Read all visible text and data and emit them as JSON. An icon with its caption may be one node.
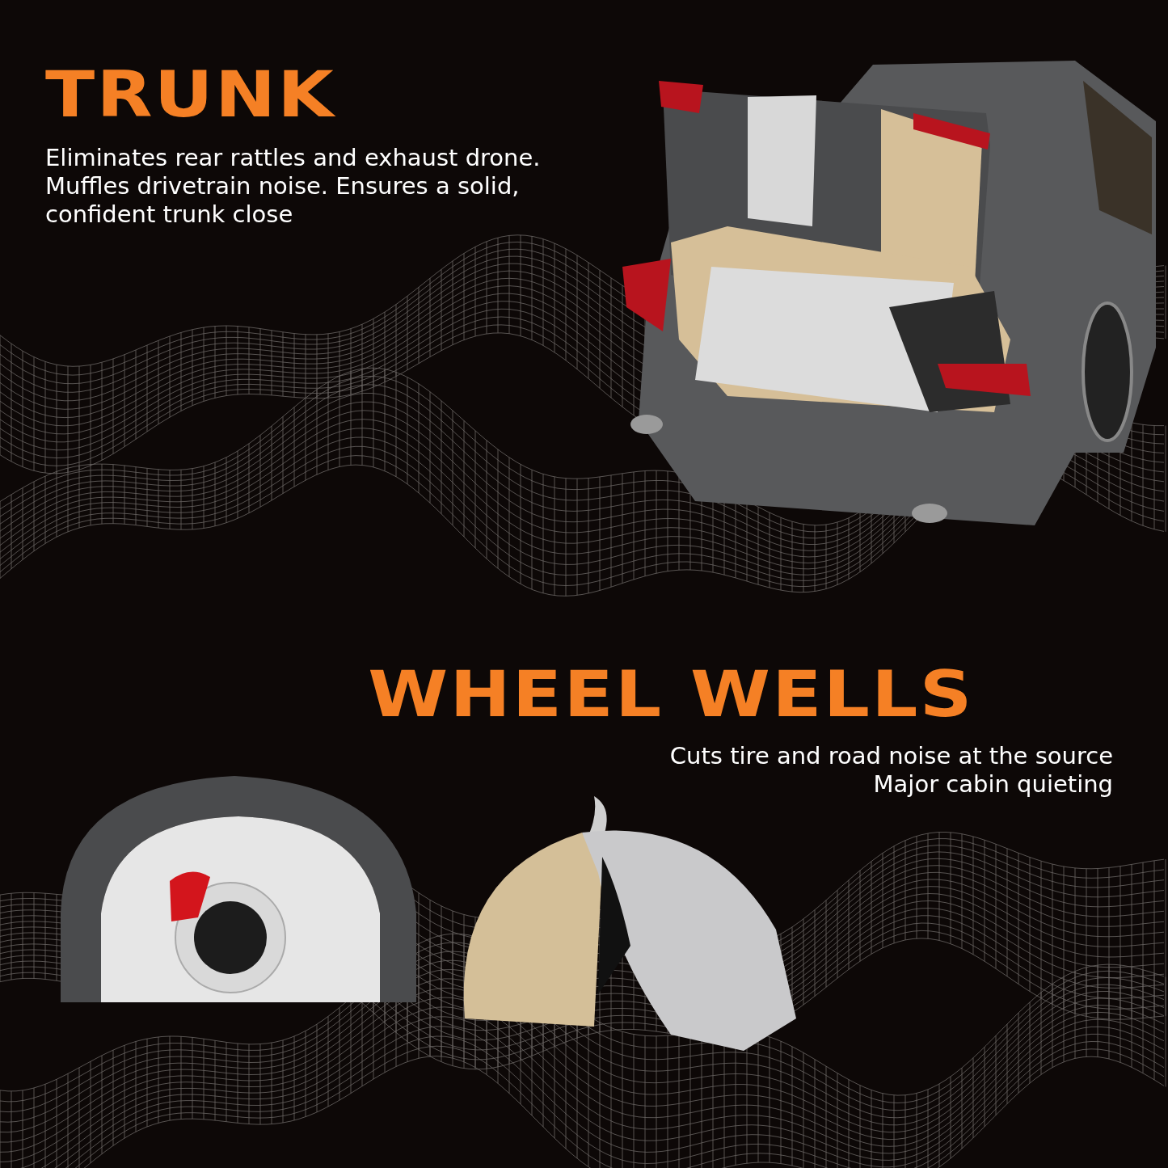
{
  "diagram": {
    "labels": [
      "TRUNK",
      "Eliminates rear rattles and exhaust drone. Muffles drivetrain noise. Ensures a solid, confident trunk close",
      "WHEEL WELLS",
      "Cuts tire and road noise at the source",
      "Major cabin quieting"
    ]
  }
}
